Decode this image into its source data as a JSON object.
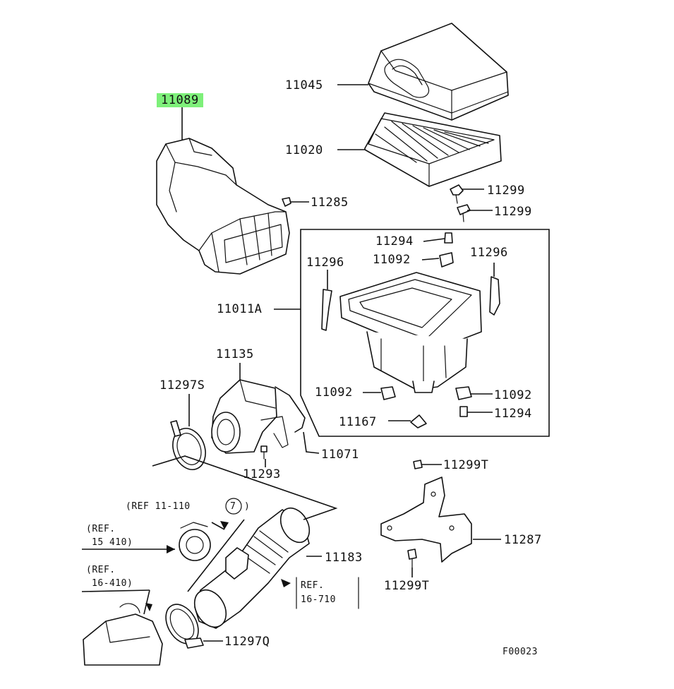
{
  "highlight_color": "#7ef07a",
  "parts": {
    "p11089": "11089",
    "p11045": "11045",
    "p11020": "11020",
    "p11285": "11285",
    "p11299_a": "11299",
    "p11299_b": "11299",
    "p11294_top": "11294",
    "p11092_top": "11092",
    "p11296_left": "11296",
    "p11296_right": "11296",
    "p11011A": "11011A",
    "p11135": "11135",
    "p11297S": "11297S",
    "p11092_bl": "11092",
    "p11092_br": "11092",
    "p11294_br": "11294",
    "p11167": "11167",
    "p11071": "11071",
    "p11293": "11293",
    "p11299T_top": "11299T",
    "p11287": "11287",
    "p11299T_bottom": "11299T",
    "p11183": "11183",
    "p11297Q": "11297Q"
  },
  "refs": {
    "ref_11_110_a": "(REF 11-110",
    "ref_11_110_num": "7",
    "ref_11_110_close": ")",
    "ref_15_410_a": "(REF.",
    "ref_15_410_b": "15 410)",
    "ref_16_410_a": "(REF.",
    "ref_16_410_b": "16-410)",
    "ref_16_710_a": "REF.",
    "ref_16_710_b": "16-710"
  },
  "figure_code": "F00023"
}
